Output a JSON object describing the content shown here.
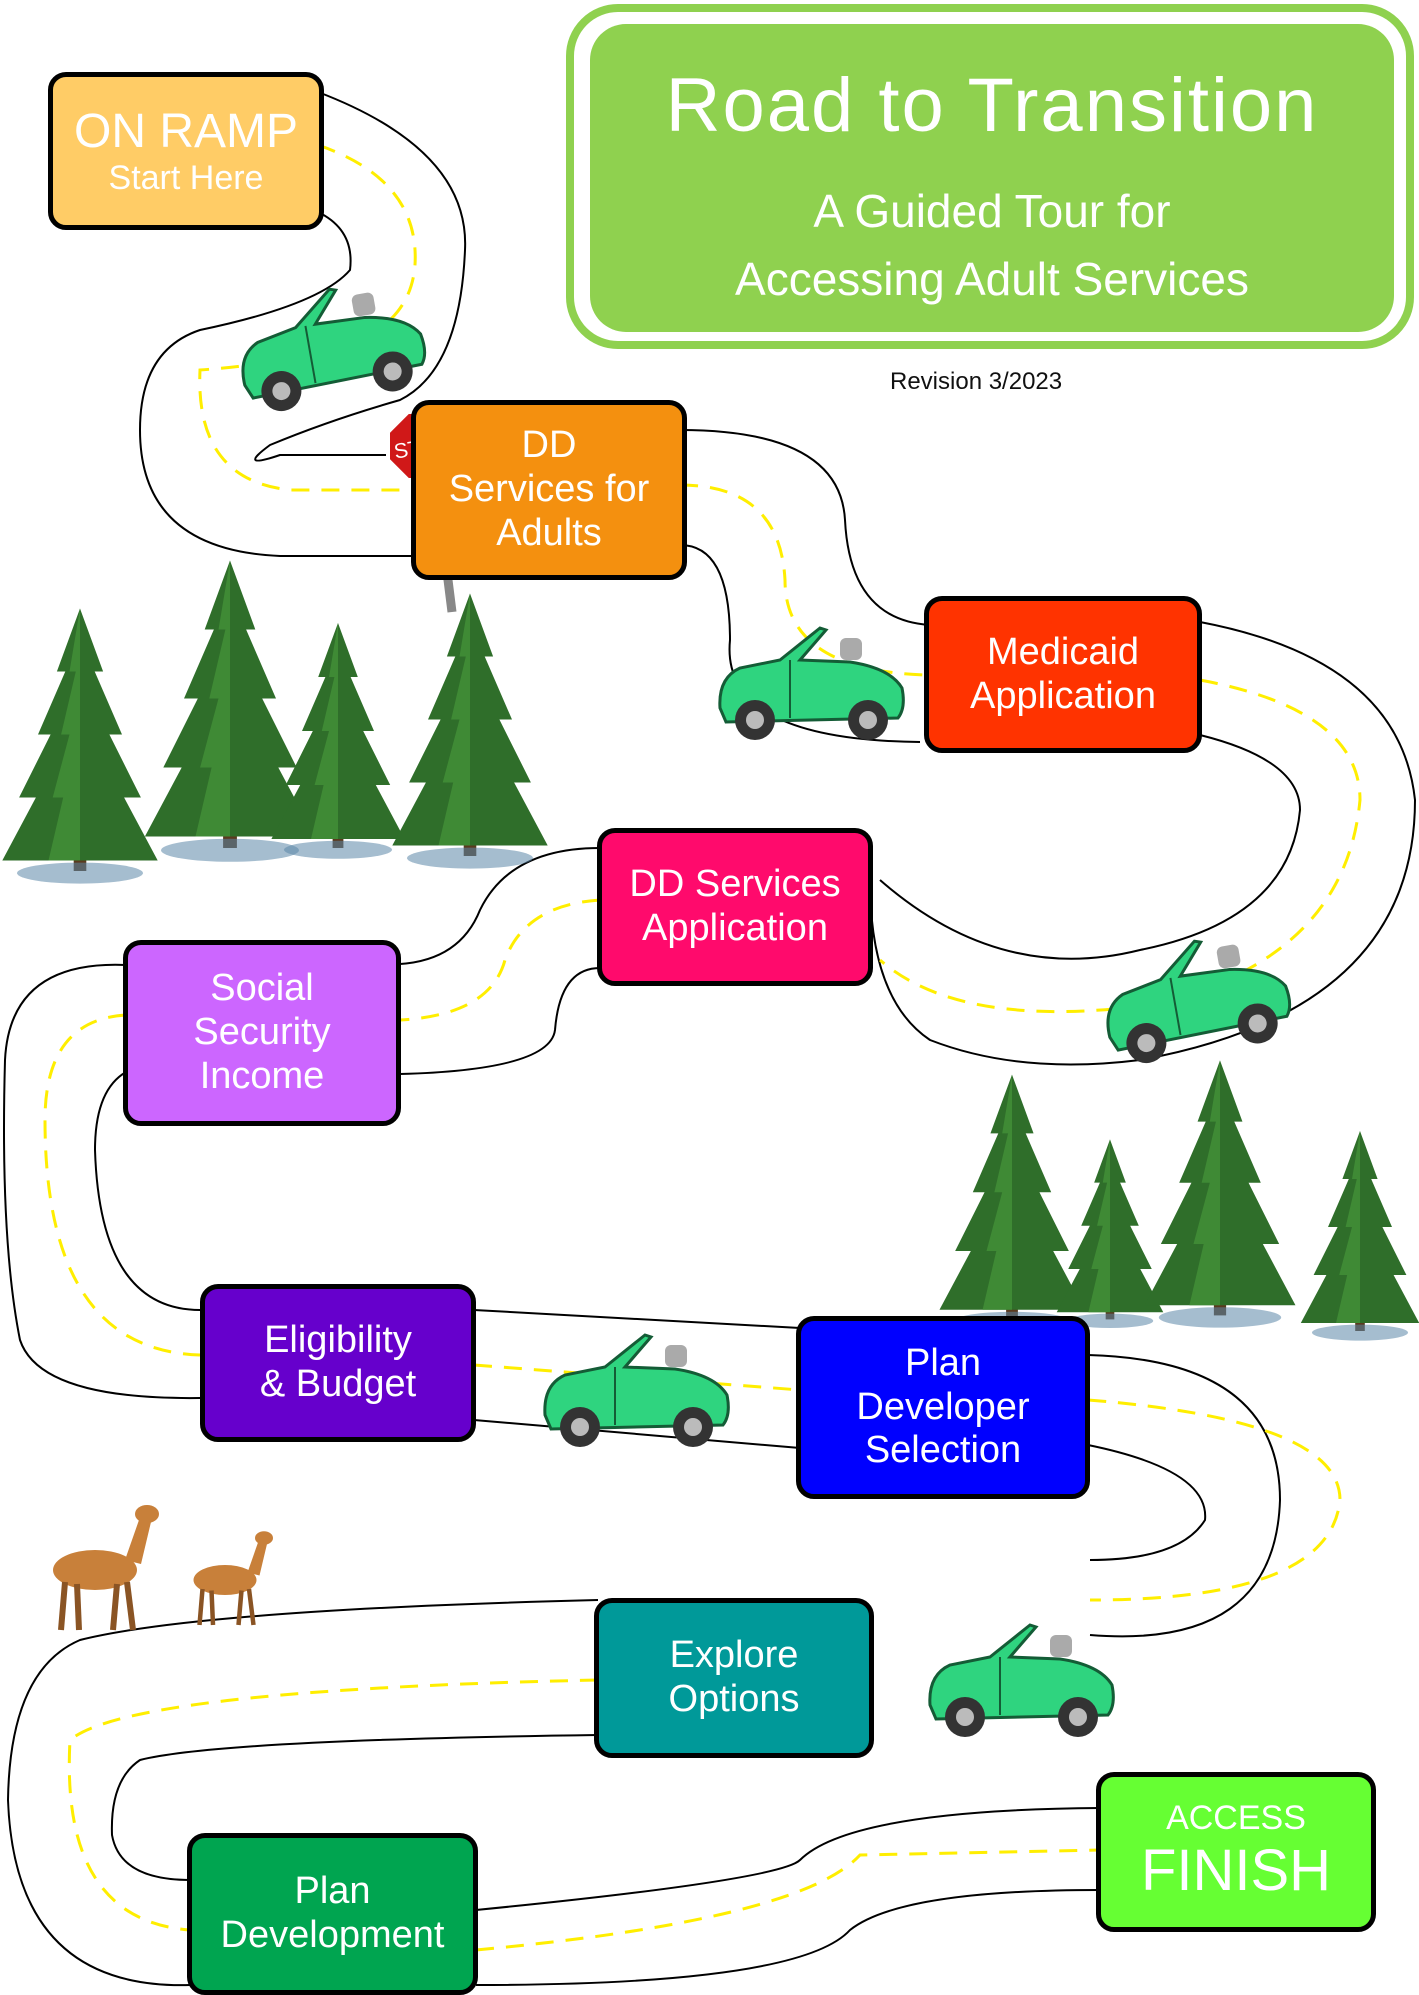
{
  "title": {
    "main": "Road to Transition",
    "sub1": "A Guided Tour for",
    "sub2": "Accessing Adult Services",
    "revision": "Revision 3/2023"
  },
  "stop_sign": "STOP",
  "steps": {
    "on_ramp": {
      "line1": "ON RAMP",
      "line2": "Start Here"
    },
    "dd_adults": {
      "line1": "DD",
      "line2": "Services for",
      "line3": "Adults"
    },
    "medicaid": {
      "line1": "Medicaid",
      "line2": "Application"
    },
    "dd_app": {
      "line1": "DD Services",
      "line2": "Application"
    },
    "ssi": {
      "line1": "Social",
      "line2": "Security",
      "line3": "Income"
    },
    "eligibility": {
      "line1": "Eligibility",
      "line2": "& Budget"
    },
    "plan_dev_sel": {
      "line1": "Plan",
      "line2": "Developer",
      "line3": "Selection"
    },
    "explore": {
      "line1": "Explore",
      "line2": "Options"
    },
    "plan_dev": {
      "line1": "Plan",
      "line2": "Development"
    },
    "finish": {
      "line1": "ACCESS",
      "line2": "FINISH"
    }
  },
  "colors": {
    "on_ramp": "#ffcc66",
    "dd_adults": "#f4900f",
    "medicaid": "#ff3300",
    "dd_app": "#ff0a6c",
    "ssi": "#cc66ff",
    "eligibility": "#6600cc",
    "plan_dev_sel": "#0000ff",
    "explore": "#009999",
    "plan_dev": "#00a550",
    "finish": "#66ff33",
    "title_green": "#8fd14f",
    "car_green": "#2fd47f",
    "road_center_line": "#ffee00"
  }
}
